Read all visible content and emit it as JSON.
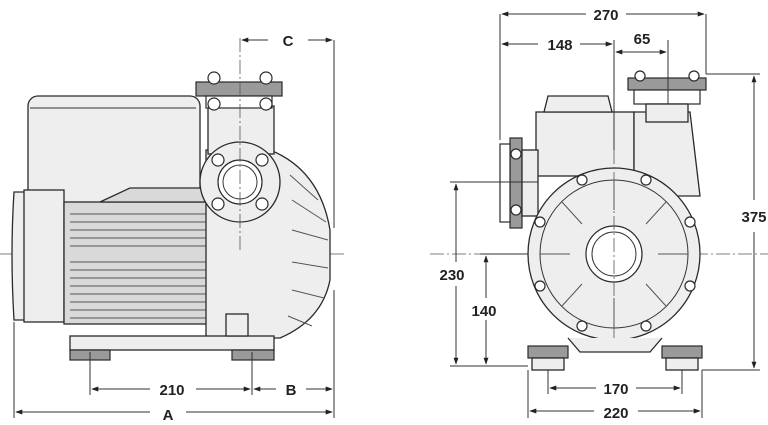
{
  "dimensions": {
    "side_view": {
      "c_label": "C",
      "dim_210": "210",
      "b_label": "B",
      "a_label": "A"
    },
    "front_view": {
      "dim_270": "270",
      "dim_148": "148",
      "dim_65": "65",
      "dim_375": "375",
      "dim_230": "230",
      "dim_140": "140",
      "dim_170": "170",
      "dim_220": "220"
    }
  }
}
